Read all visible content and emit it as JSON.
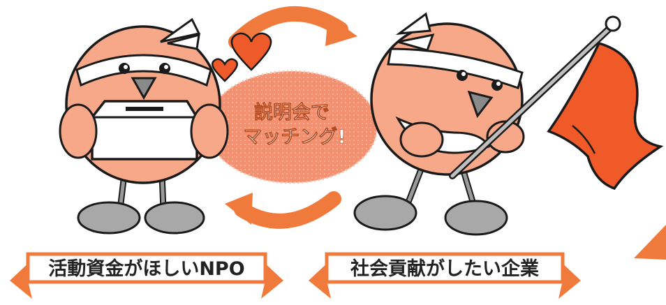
{
  "center_bubble": {
    "line1": "説明会で",
    "line2": "マッチング!"
  },
  "left_character": {
    "caption": "活動資金がほしいNPO"
  },
  "right_character": {
    "caption": "社会貢献がしたい企業"
  },
  "colors": {
    "accent_orange": "#f07a3c",
    "bird_body": "#f6a888",
    "bubble": "#f29070",
    "flag": "#f05a28",
    "heart": "#ef5a2a",
    "outline": "#1a1a1a",
    "leg_gray": "#9a9a9a"
  }
}
